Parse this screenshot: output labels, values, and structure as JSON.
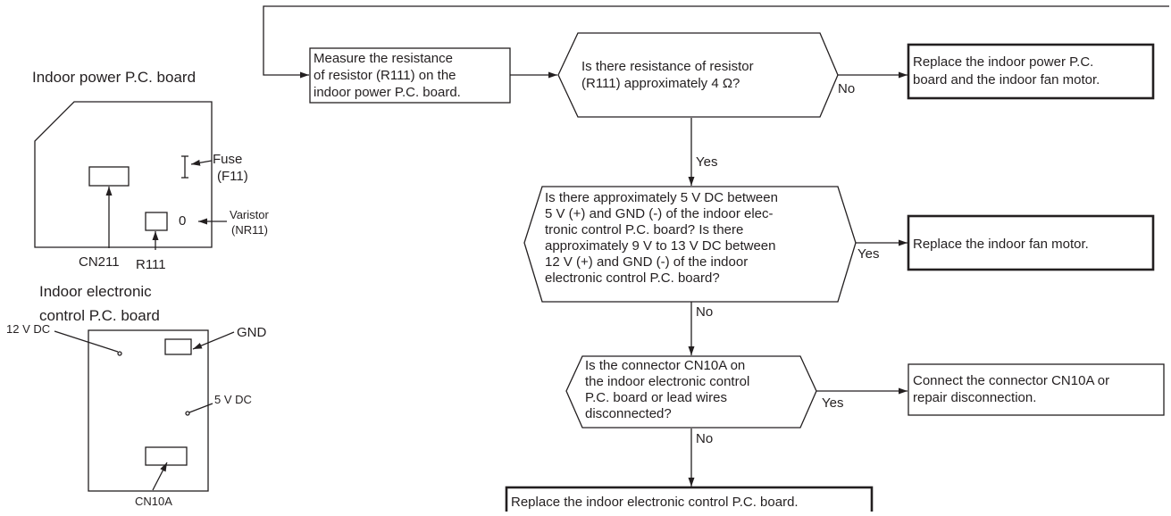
{
  "flowchart": {
    "measure_box": [
      "Measure the resistance",
      "of resistor (R111) on the",
      "indoor power P.C. board."
    ],
    "q1": [
      "Is there resistance of resistor",
      "(R111) approximately 4 Ω?"
    ],
    "q1_no": "No",
    "q1_yes": "Yes",
    "replace_power_board": [
      "Replace the indoor power P.C.",
      "board and the indoor fan motor."
    ],
    "q2": [
      "Is there approximately 5 V DC between",
      "5 V (+) and GND (-) of the indoor elec-",
      "tronic control P.C. board? Is there",
      "approximately 9 V to 13 V DC between",
      "12 V (+) and GND (-) of the indoor",
      "electronic control P.C. board?"
    ],
    "q2_yes": "Yes",
    "q2_no": "No",
    "replace_fan_motor": "Replace the indoor fan motor.",
    "q3": [
      "Is the connector CN10A on",
      "the indoor electronic control",
      "P.C. board or lead wires",
      "disconnected?"
    ],
    "q3_yes": "Yes",
    "q3_no": "No",
    "connect_cn10a": [
      "Connect the connector CN10A or",
      "repair disconnection."
    ],
    "replace_control_board": "Replace the indoor electronic control P.C. board."
  },
  "power_board": {
    "title": "Indoor power P.C. board",
    "fuse_label": [
      "Fuse",
      "(F11)"
    ],
    "varistor_label": [
      "Varistor",
      "(NR11)"
    ],
    "varistor_symbol": "0",
    "cn211_label": "CN211",
    "r111_label": "R111"
  },
  "control_board": {
    "title": [
      "Indoor electronic",
      "control P.C. board"
    ],
    "v12_label": "12 V DC",
    "gnd_label": "GND",
    "v5_label": "5 V DC",
    "cn10a_label": "CN10A"
  }
}
